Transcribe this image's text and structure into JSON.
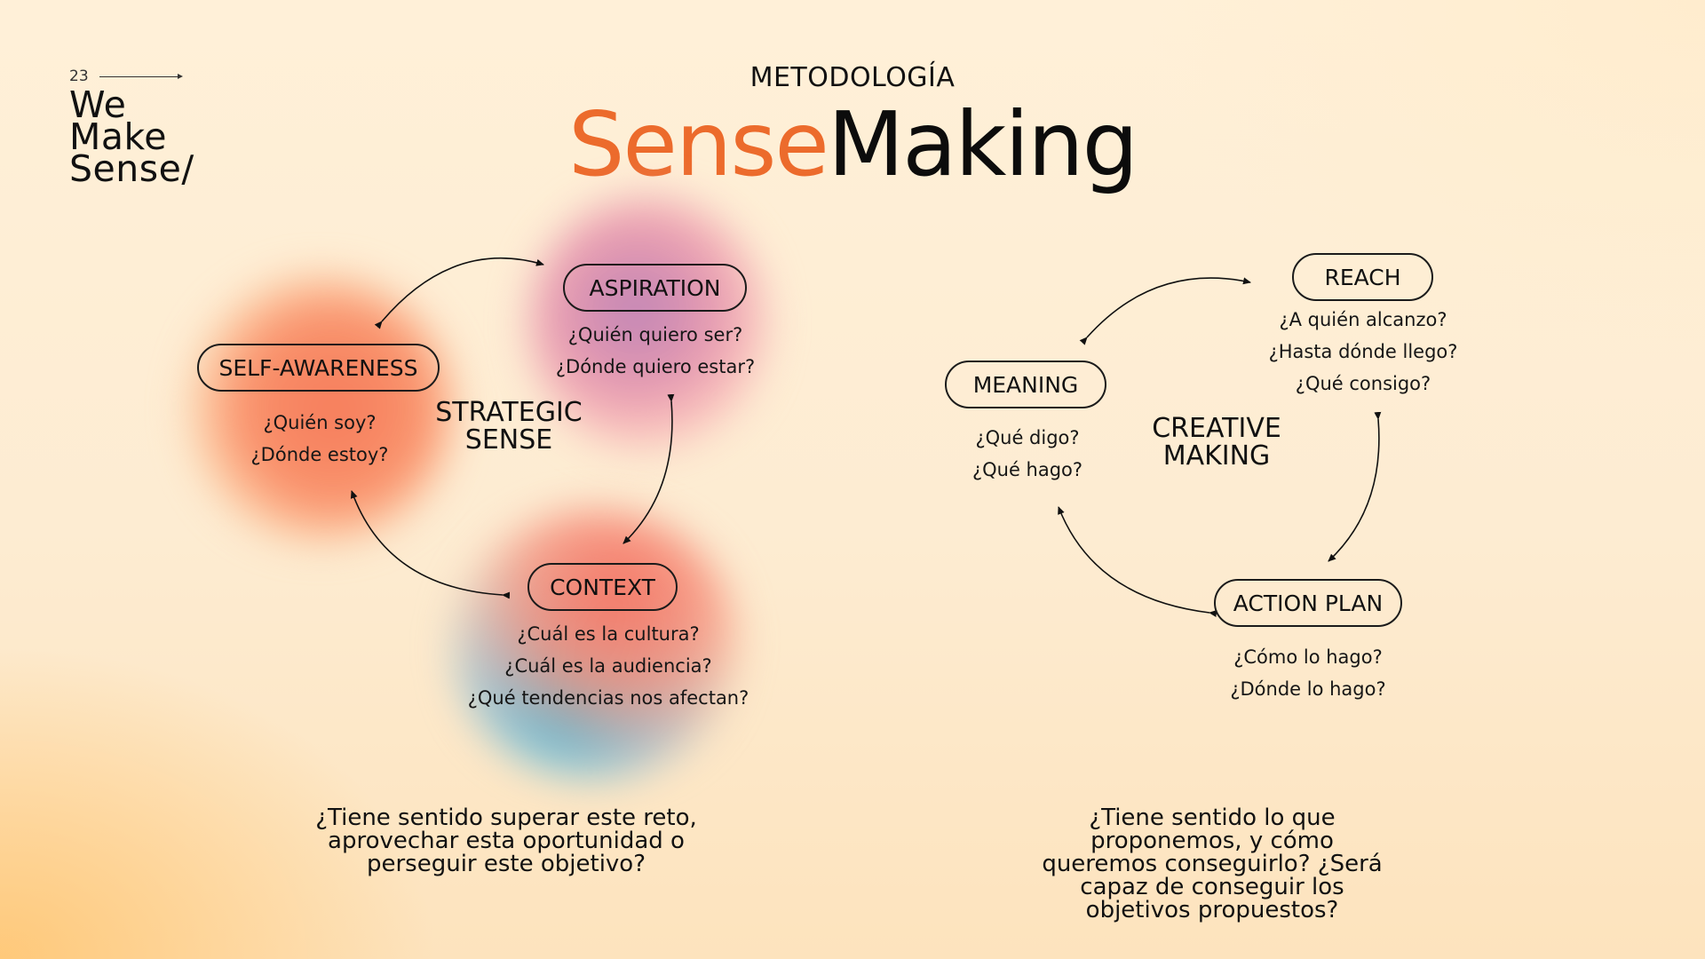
{
  "page": {
    "number": "23"
  },
  "logo": {
    "line1": "We",
    "line2": "Make",
    "line3": "Sense/"
  },
  "header": {
    "kicker": "METODOLOGÍA",
    "title_part1": "Sense",
    "title_part2": "Making"
  },
  "strategic": {
    "center_line1": "STRATEGIC",
    "center_line2": "SENSE",
    "self_awareness": {
      "label": "SELF-AWARENESS",
      "questions": [
        "¿Quién soy?",
        "¿Dónde estoy?"
      ]
    },
    "aspiration": {
      "label": "ASPIRATION",
      "questions": [
        "¿Quién quiero ser?",
        "¿Dónde quiero estar?"
      ]
    },
    "context": {
      "label": "CONTEXT",
      "questions": [
        "¿Cuál es la cultura?",
        "¿Cuál es la audiencia?",
        "¿Qué tendencias nos afectan?"
      ]
    },
    "bottom_question": [
      "¿Tiene sentido superar este reto,",
      "aprovechar esta oportunidad o",
      "perseguir este objetivo?"
    ]
  },
  "creative": {
    "center_line1": "CREATIVE",
    "center_line2": "MAKING",
    "meaning": {
      "label": "MEANING",
      "questions": [
        "¿Qué digo?",
        "¿Qué hago?"
      ]
    },
    "reach": {
      "label": "REACH",
      "questions": [
        "¿A quién alcanzo?",
        "¿Hasta dónde llego?",
        "¿Qué consigo?"
      ]
    },
    "action_plan": {
      "label": "ACTION PLAN",
      "questions": [
        "¿Cómo lo hago?",
        "¿Dónde lo hago?"
      ]
    },
    "bottom_question": [
      "¿Tiene sentido lo que",
      "proponemos, y cómo",
      "queremos conseguirlo? ¿Será",
      "capaz de conseguir los",
      "objetivos propuestos?"
    ]
  },
  "colors": {
    "accent_orange": "#ec6b2c",
    "text_dark": "#111111"
  }
}
